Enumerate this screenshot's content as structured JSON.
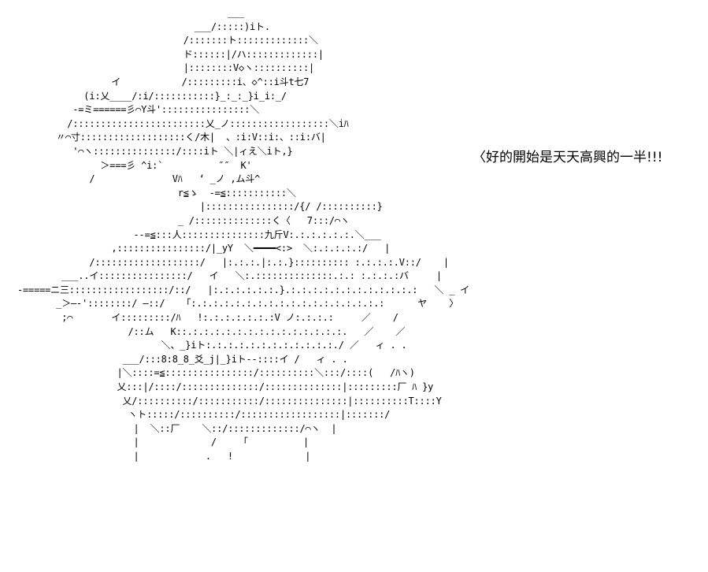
{
  "art": {
    "lines": [
      "                                      ___",
      "                                ___/:::::)iト.",
      "                              /:::::::ト:::::::::::::＼",
      "                              ド::::::|/ハ:::::::::::::|",
      "                              |::::::::V◇ヽ::::::::::|",
      "                 イ           /:::::::::i、◇^::i斗t七7",
      "            (i:乂____/:i/:::::::::::}_:_:_}i_i:_/",
      "          -=ミ======彡⌒Y斗'::::::::::::::::＼",
      "         /::::::::::::::::::::::::乂_ノ::::::::::::::::::＼iﾊ",
      "       〃⌒寸:::::::::::::::::::く/木|  、:i:V::i:、::i:バ|",
      "          '⌒ヽ:::::::::::::::/::::iト ＼|ィえ＼iト,}",
      "               ＞===彡 ^i:`          ″″  K'",
      "             /              Vﾊ   ‘ _ノ ,ム斗^",
      "                             r≦ゝ  -=≦:::::::::::＼",
      "                                 |::::::::::::::::/{/ /::::::::::}",
      "                             _ /::::::::::::::く〈   7:::/⌒ヽ",
      "                     --=≦:::人:::::::::::::::九斤V:.:.:.:.:.:.＼___",
      "                 ,::::::::::::::::/|_yY  ＼━━━━<:>  ＼:.:.:.:.:/   |",
      "             /:::::::::::::::::::/   |:.:.:.|:.:.}:::::::::: :.:.:.:.V::/    |",
      "        ___..イ::::::::::::::::/   イ   ＼:.::::::::::::::.:.: :.:.:.:バ     |",
      "-=====ニ三::::::::::::::::::/::/   |:.:.:.:.:.:.}.:.:.:.:.:.:.:.:.:.:.:.:   ＼ _ イ",
      "       _＞—‐'::::::::/ ―::/   「:.:.:.:.:.:.:.:.:.:.:.:.:.:.:.:.:.:      ヤ    〉",
      "        ;⌒       イ:::::::::/ﾊ   !:.:.:.:.:.:.:V ノ:.:.:.:     ／    /",
      "                    /::ム   K::.:.:.:.:.:.:.:.:.:.:.:.:.:.:.   ／    ／",
      "                          ＼、_}iト:.:.:.:.:.:.:.:.:.:.:.:./ ／   ィ . .",
      "                   ___/:::8:8_8_爻_j|_}iト‐‐::::イ /   ィ . .",
      "                  |＼::::=≦::::::::::::::::/::::::::::＼:::/::::(   /ﾊヽ)",
      "                  乂:::|/::::/::::::::::::::/::::::::::::::|:::::::::厂 ﾊ }y",
      "                   乂/::::::::::/:::::::::::/:::::::::::::::|::::::::::T::::Y",
      "                    ヽト:::::/::::::::::/::::::::::::::::::|:::::::/",
      "                     |  ＼::厂    ＼::/:::::::::::::/⌒ヽ  |",
      "                     |             /    「          |",
      "                     |            .   !             |"
    ]
  },
  "speech": {
    "text": "〈好的開始是天天高興的一半!!!"
  }
}
